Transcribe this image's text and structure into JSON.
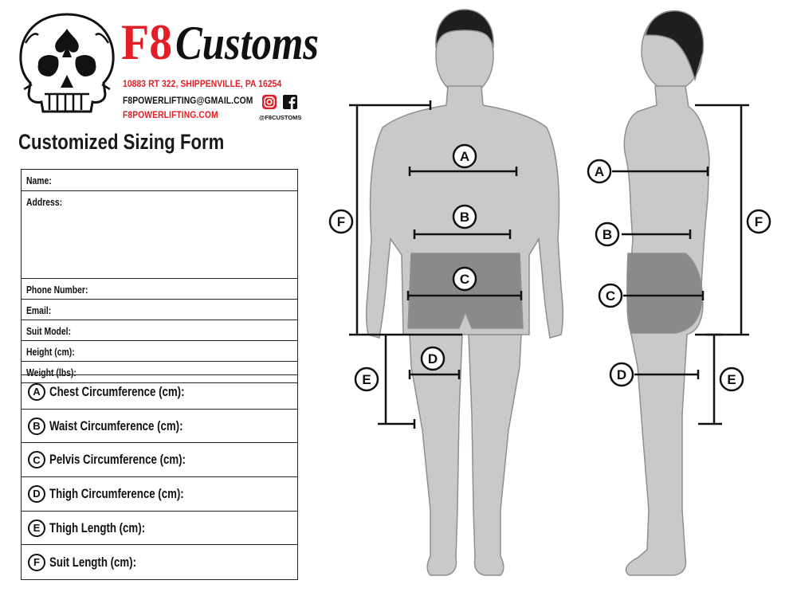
{
  "brand": {
    "name": "F8 Customs",
    "address": "10883 RT 322, SHIPPENVILLE, PA 16254",
    "email": "F8POWERLIFTING@GMAIL.COM",
    "website": "F8POWERLIFTING.COM",
    "social_handle": "@F8CUSTOMS",
    "accent_color": "#e21f26"
  },
  "form": {
    "title": "Customized Sizing Form",
    "info_fields": [
      "Name:",
      "Address:",
      "Phone Number:",
      "Email:",
      "Suit Model:",
      "Height (cm):",
      "Weight (lbs):"
    ],
    "measurements": [
      {
        "key": "A",
        "label": "Chest Circumference (cm):"
      },
      {
        "key": "B",
        "label": "Waist Circumference (cm):"
      },
      {
        "key": "C",
        "label": "Pelvis Circumference (cm):"
      },
      {
        "key": "D",
        "label": "Thigh Circumference (cm):"
      },
      {
        "key": "E",
        "label": "Thigh Length (cm):"
      },
      {
        "key": "F",
        "label": "Suit Length (cm):"
      }
    ]
  },
  "diagram": {
    "front_markers": [
      "A",
      "B",
      "C",
      "D",
      "E",
      "F"
    ],
    "side_markers": [
      "A",
      "B",
      "C",
      "D",
      "E",
      "F"
    ],
    "body_color": "#c9c9c9",
    "suit_color": "#8a8a8a",
    "outline_color": "#8f8f8f"
  }
}
